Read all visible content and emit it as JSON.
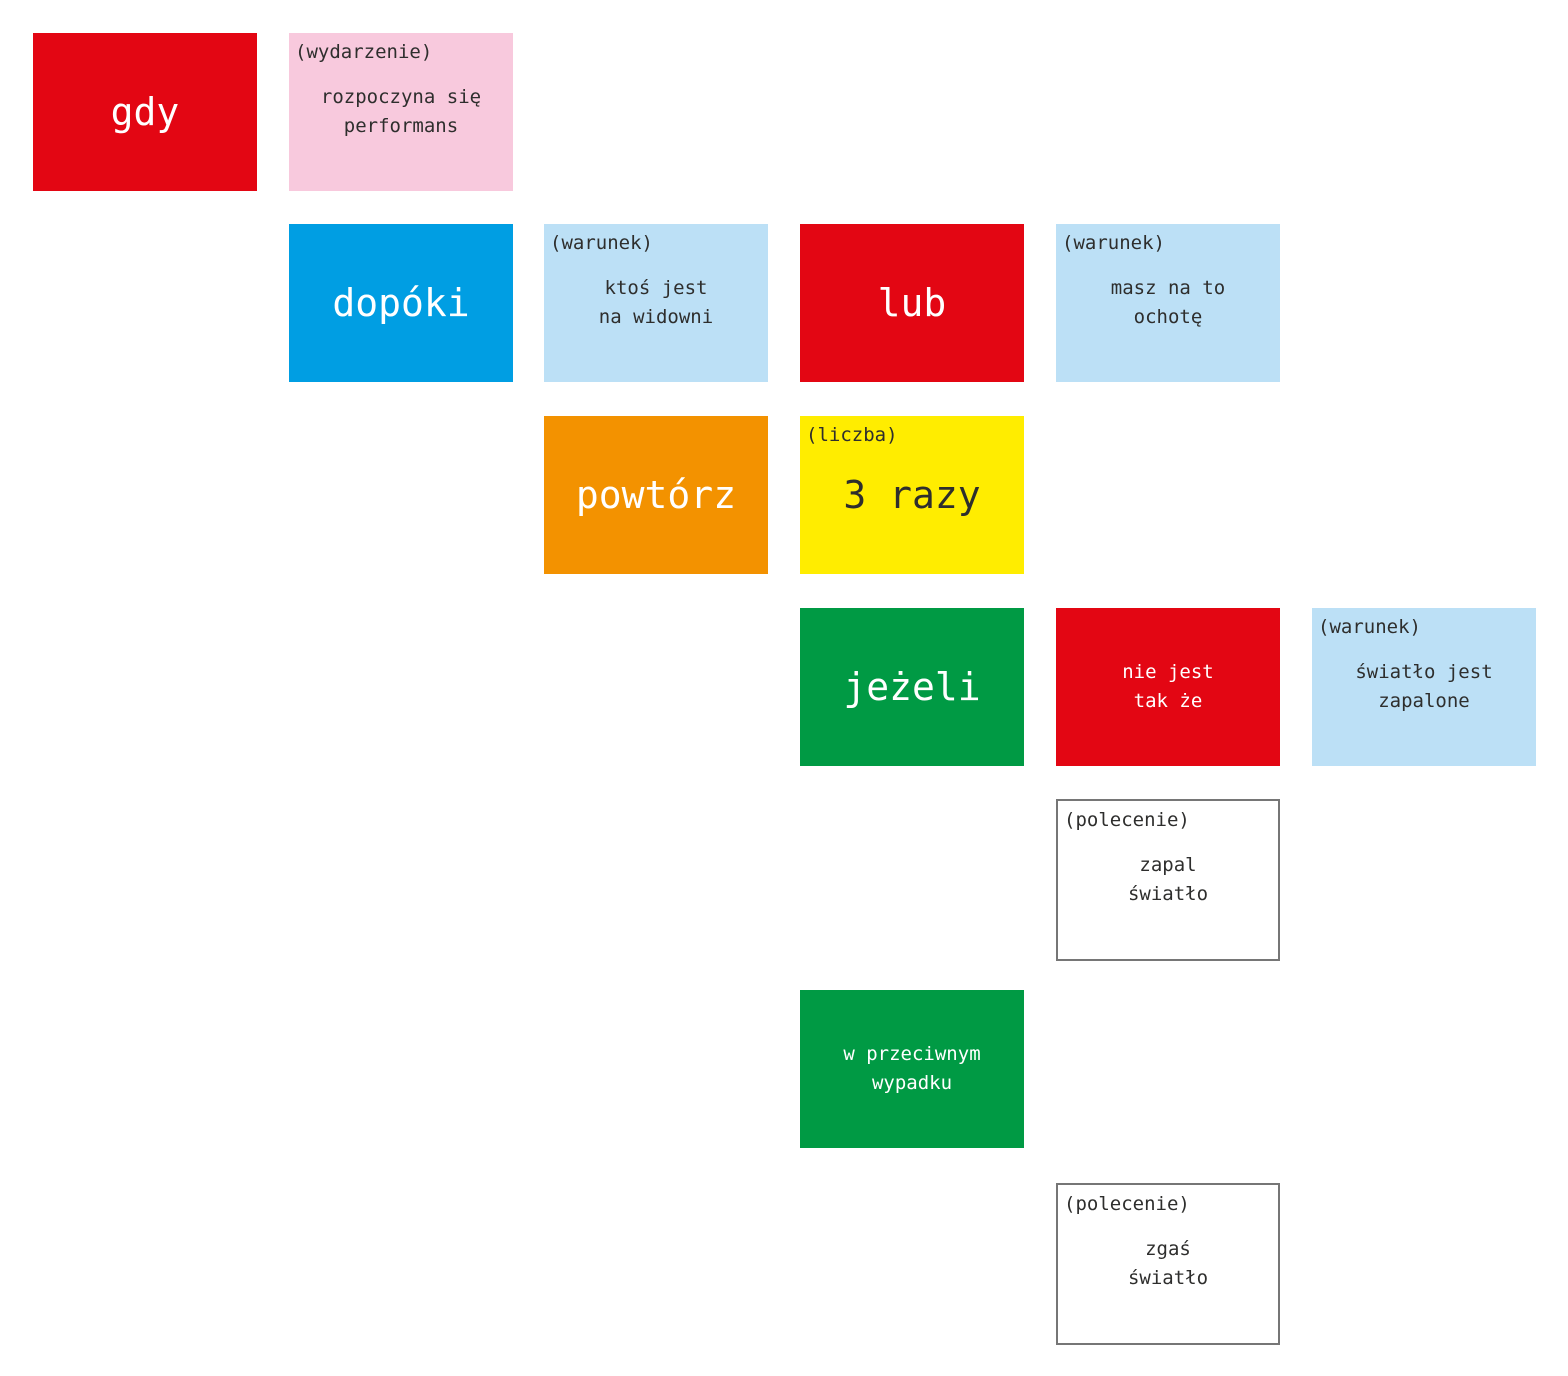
{
  "palette": {
    "red": "#e30613",
    "pink": "#f8c9dd",
    "blue": "#009ee3",
    "light_blue": "#bce0f6",
    "orange": "#f39200",
    "yellow": "#ffed00",
    "green": "#009a44",
    "white": "#ffffff",
    "outline_gray": "#767676",
    "text_dark": "#2e2e2d",
    "text_light": "#ffffff"
  },
  "blocks": {
    "when": {
      "label": "gdy"
    },
    "event": {
      "tag": "(wydarzenie)",
      "value": "rozpoczyna się\nperformans"
    },
    "while": {
      "label": "dopóki"
    },
    "cond_audience": {
      "tag": "(warunek)",
      "value": "ktoś jest\nna widowni"
    },
    "or": {
      "label": "lub"
    },
    "cond_mood": {
      "tag": "(warunek)",
      "value": "masz na to\nochotę"
    },
    "repeat": {
      "label": "powtórz"
    },
    "count": {
      "tag": "(liczba)",
      "value": "3 razy"
    },
    "if": {
      "label": "jeżeli"
    },
    "not": {
      "label": "nie jest\ntak że"
    },
    "cond_light": {
      "tag": "(warunek)",
      "value": "światło jest\nzapalone"
    },
    "cmd_light_on": {
      "tag": "(polecenie)",
      "value": "zapal\nświatło"
    },
    "else": {
      "label": "w przeciwnym\nwypadku"
    },
    "cmd_light_off": {
      "tag": "(polecenie)",
      "value": "zgaś\nświatło"
    }
  }
}
